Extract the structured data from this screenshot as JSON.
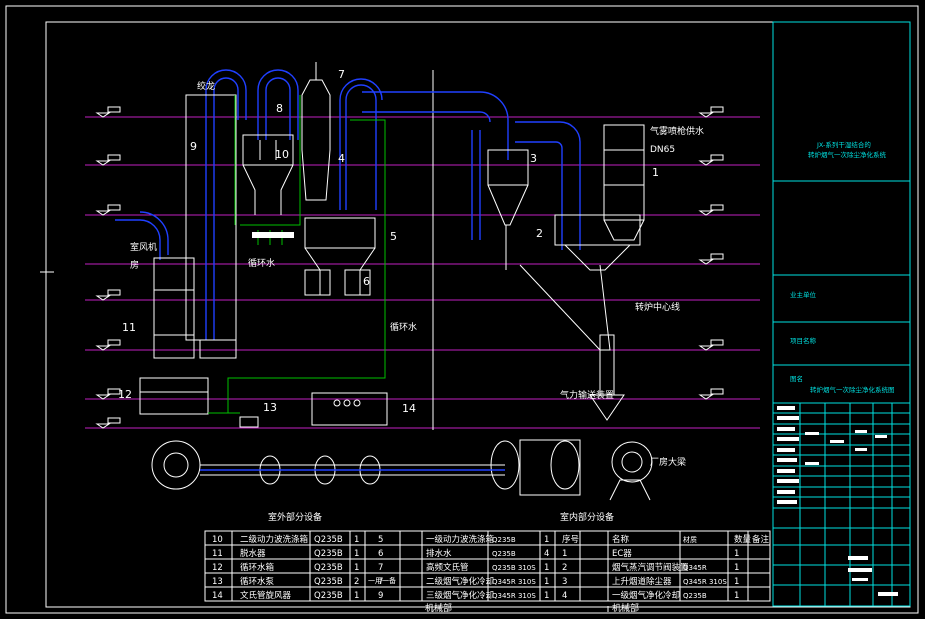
{
  "colors": {
    "background": "#000000",
    "frame": "#ffffff",
    "title_block": "#00e0e0",
    "level_line": "#c020c0",
    "duct_blue": "#2040ff",
    "pipe_green": "#00c000"
  },
  "diagram": {
    "callouts": [
      "1",
      "2",
      "3",
      "4",
      "5",
      "6",
      "7",
      "8",
      "9",
      "10",
      "11",
      "12",
      "13",
      "14"
    ],
    "labels": {
      "jiao_jiao": "绞龙",
      "shi_feng_ji": "室风机",
      "fang": "房",
      "gas_spray": "气雾喷枪供水",
      "dn65": "DN65",
      "xunhuan_shui": "循环水",
      "huanjing": "循环水",
      "zhuanlu": "转炉中心线",
      "qili": "气力输送装置",
      "changfang": "厂房大梁"
    }
  },
  "title_block": {
    "line1": "JX-系列干湿结合的",
    "line2": "转炉烟气一次除尘净化系统",
    "unit": "业主单位",
    "project": "项目名称",
    "drawing_name_label": "图名",
    "drawing_name": "转炉烟气一次除尘净化系统图"
  },
  "tables": {
    "outdoor_title": "室外部分设备",
    "indoor_title": "室内部分设备",
    "rows": [
      [
        "10",
        "二级动力波洗涤箱",
        "Q235B",
        "1",
        "5",
        "一级动力波洗涤箱",
        "Q235B",
        "1",
        "序号",
        "名称",
        "材质",
        "数量",
        "备注"
      ],
      [
        "11",
        "脱水器",
        "Q235B",
        "1",
        "6",
        "排水水",
        "Q235B",
        "4",
        "1",
        "EC器",
        "",
        "1",
        ""
      ],
      [
        "12",
        "循环水箱",
        "Q235B",
        "1",
        "7",
        "高频文氏管",
        "Q235B 310S",
        "1",
        "2",
        "烟气蒸汽调节阀装置",
        "Q345R",
        "1",
        ""
      ],
      [
        "13",
        "循环水泵",
        "Q235B",
        "2",
        "7",
        "二级烟气净化冷却",
        "Q345R 310S",
        "1",
        "3",
        "上升烟道除尘器",
        "Q345R 310S",
        "1",
        ""
      ],
      [
        "14",
        "文氏管旋风器",
        "Q235B",
        "1",
        "9",
        "三级烟气净化冷却",
        "Q345R 310S",
        "1",
        "4",
        "一级烟气净化冷却",
        "Q235B",
        "1",
        ""
      ]
    ],
    "one_use_one_spare": "一用一备",
    "bottom_label_left": "机械部",
    "bottom_label_right": "机械部"
  }
}
